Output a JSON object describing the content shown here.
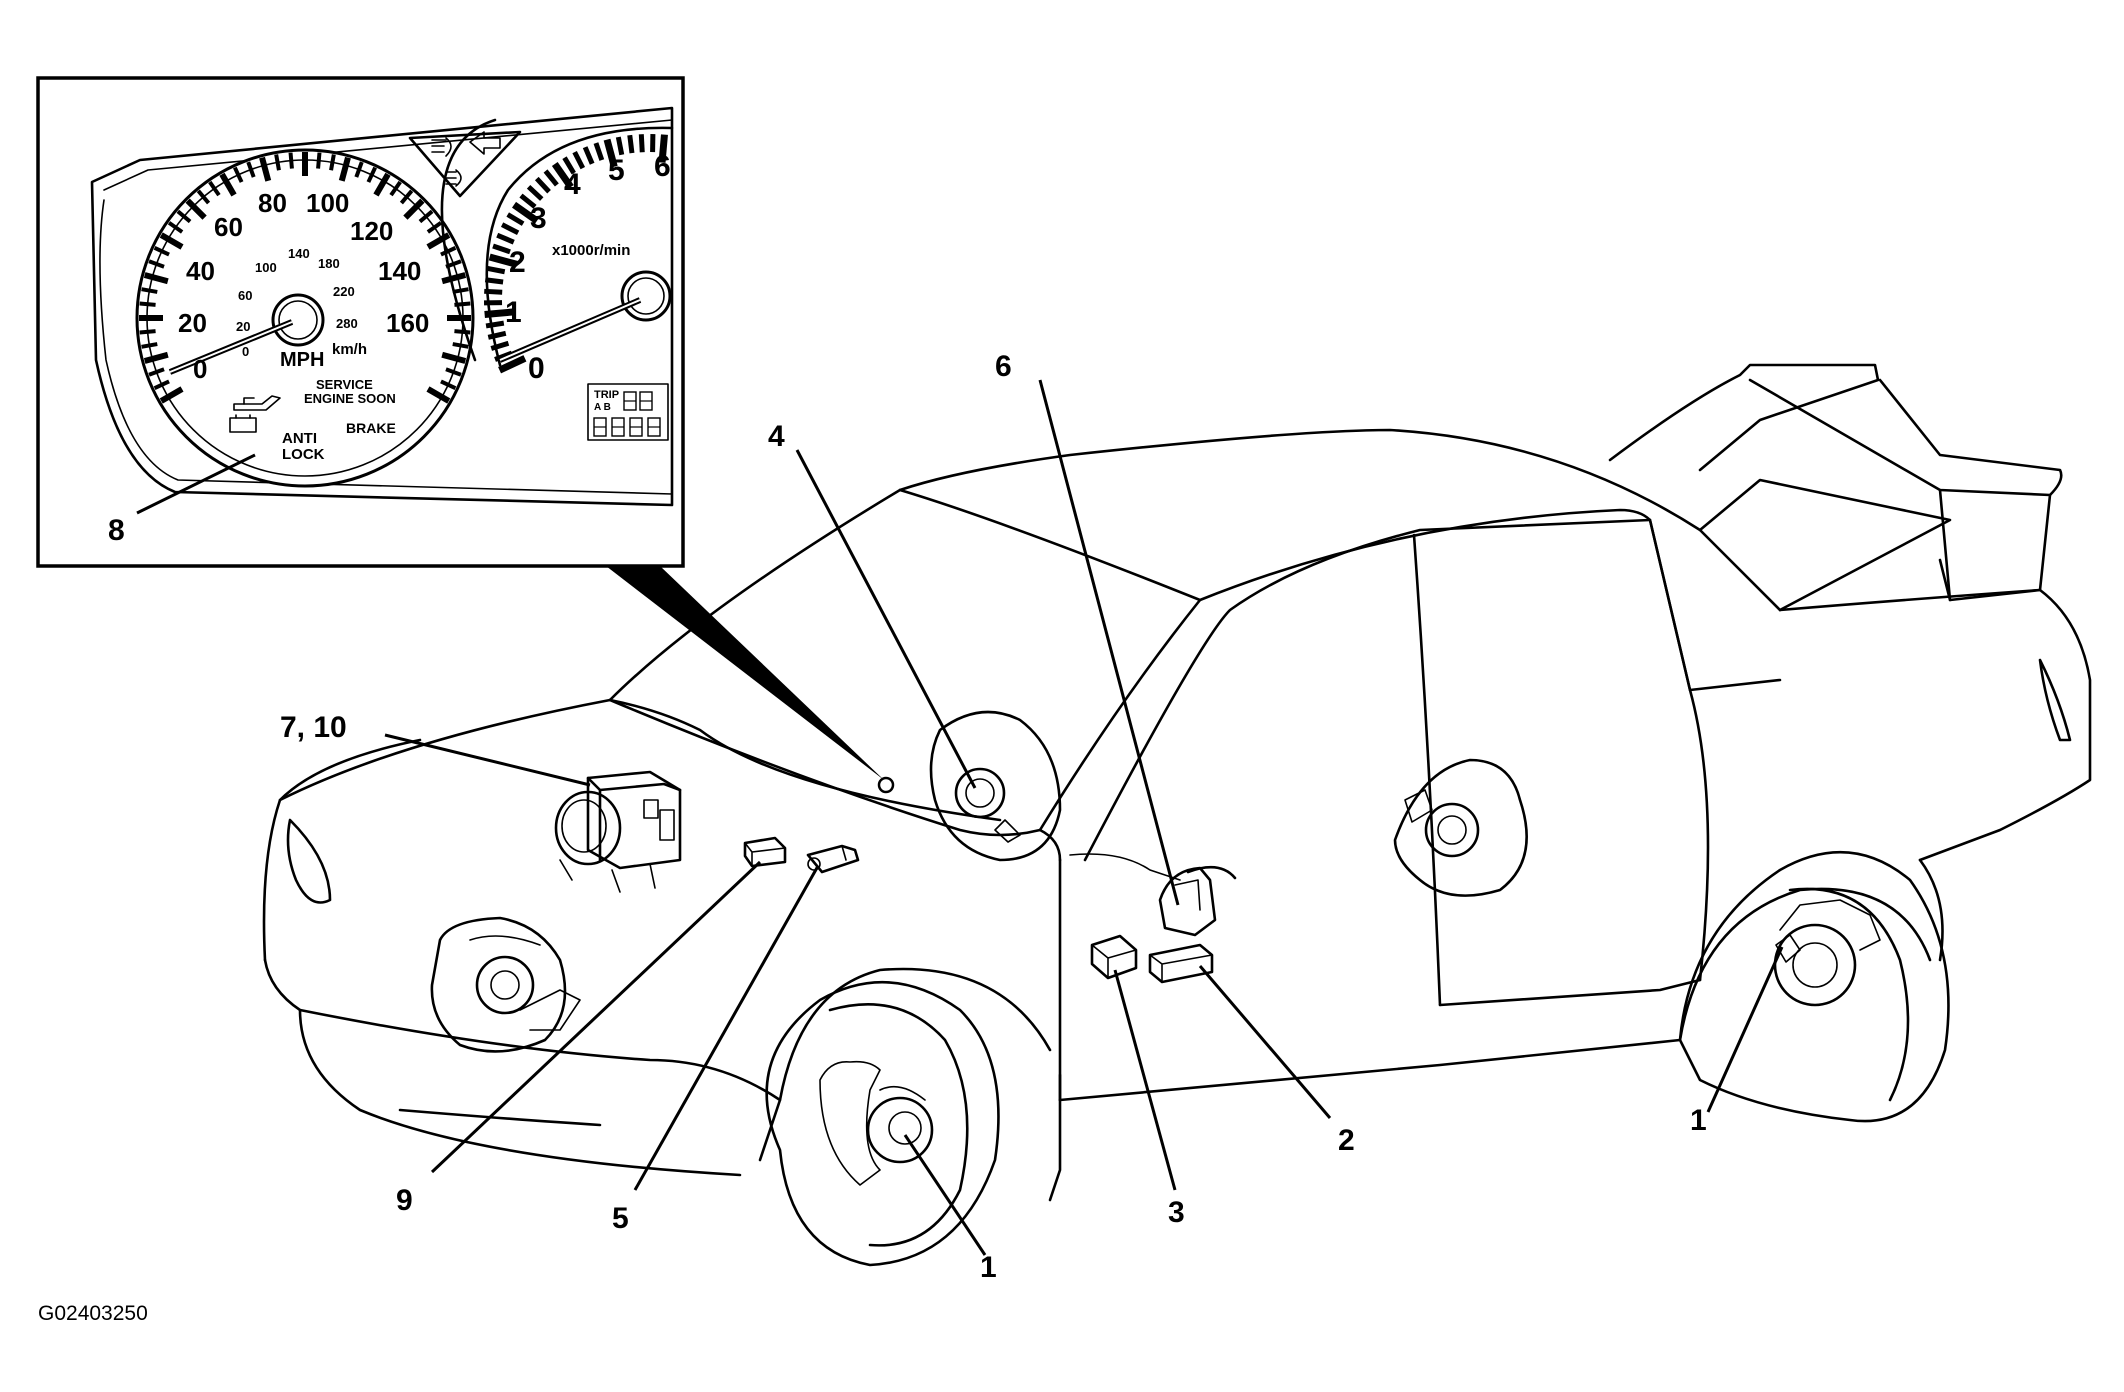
{
  "figure": {
    "code": "G02403250"
  },
  "callouts": {
    "c1a": "1",
    "c1b": "1",
    "c2": "2",
    "c3": "3",
    "c4": "4",
    "c5": "5",
    "c6": "6",
    "c7_10": "7, 10",
    "c8": "8",
    "c9": "9"
  },
  "cluster": {
    "speed_mph": [
      "0",
      "20",
      "40",
      "60",
      "80",
      "100",
      "120",
      "140",
      "160"
    ],
    "speed_kmh": [
      "0",
      "20",
      "60",
      "100",
      "140",
      "180",
      "220",
      "280"
    ],
    "mph_label": "MPH",
    "kmh_label": "km/h",
    "service_line1": "SERVICE",
    "service_line2": "ENGINE SOON",
    "brake_label": "BRAKE",
    "abs_line1": "ANTI",
    "abs_line2": "LOCK",
    "tach_numbers": [
      "0",
      "1",
      "2",
      "3",
      "4",
      "5",
      "6"
    ],
    "tach_unit": "x1000r/min",
    "trip_label": "TRIP",
    "trip_ab": "A B"
  }
}
